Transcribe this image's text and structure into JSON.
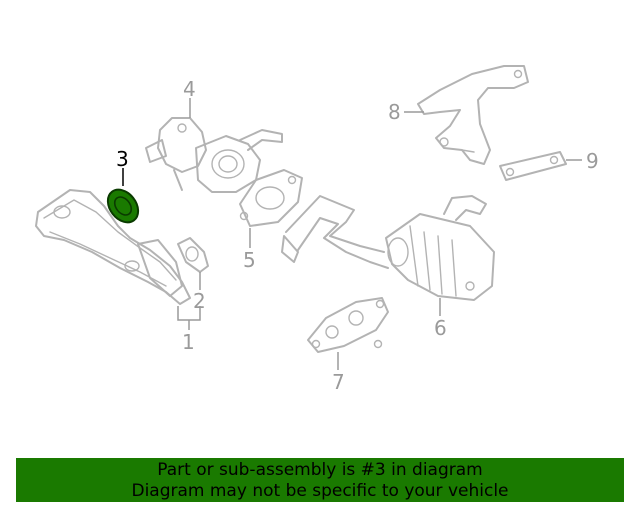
{
  "callouts": {
    "c1": "1",
    "c2": "2",
    "c3": "3",
    "c4": "4",
    "c5": "5",
    "c6": "6",
    "c7": "7",
    "c8": "8",
    "c9": "9"
  },
  "highlight_color": "#1a7a00",
  "banner": {
    "line1": "Part or sub-assembly is #3 in diagram",
    "line2": "Diagram may not be specific to your vehicle"
  }
}
